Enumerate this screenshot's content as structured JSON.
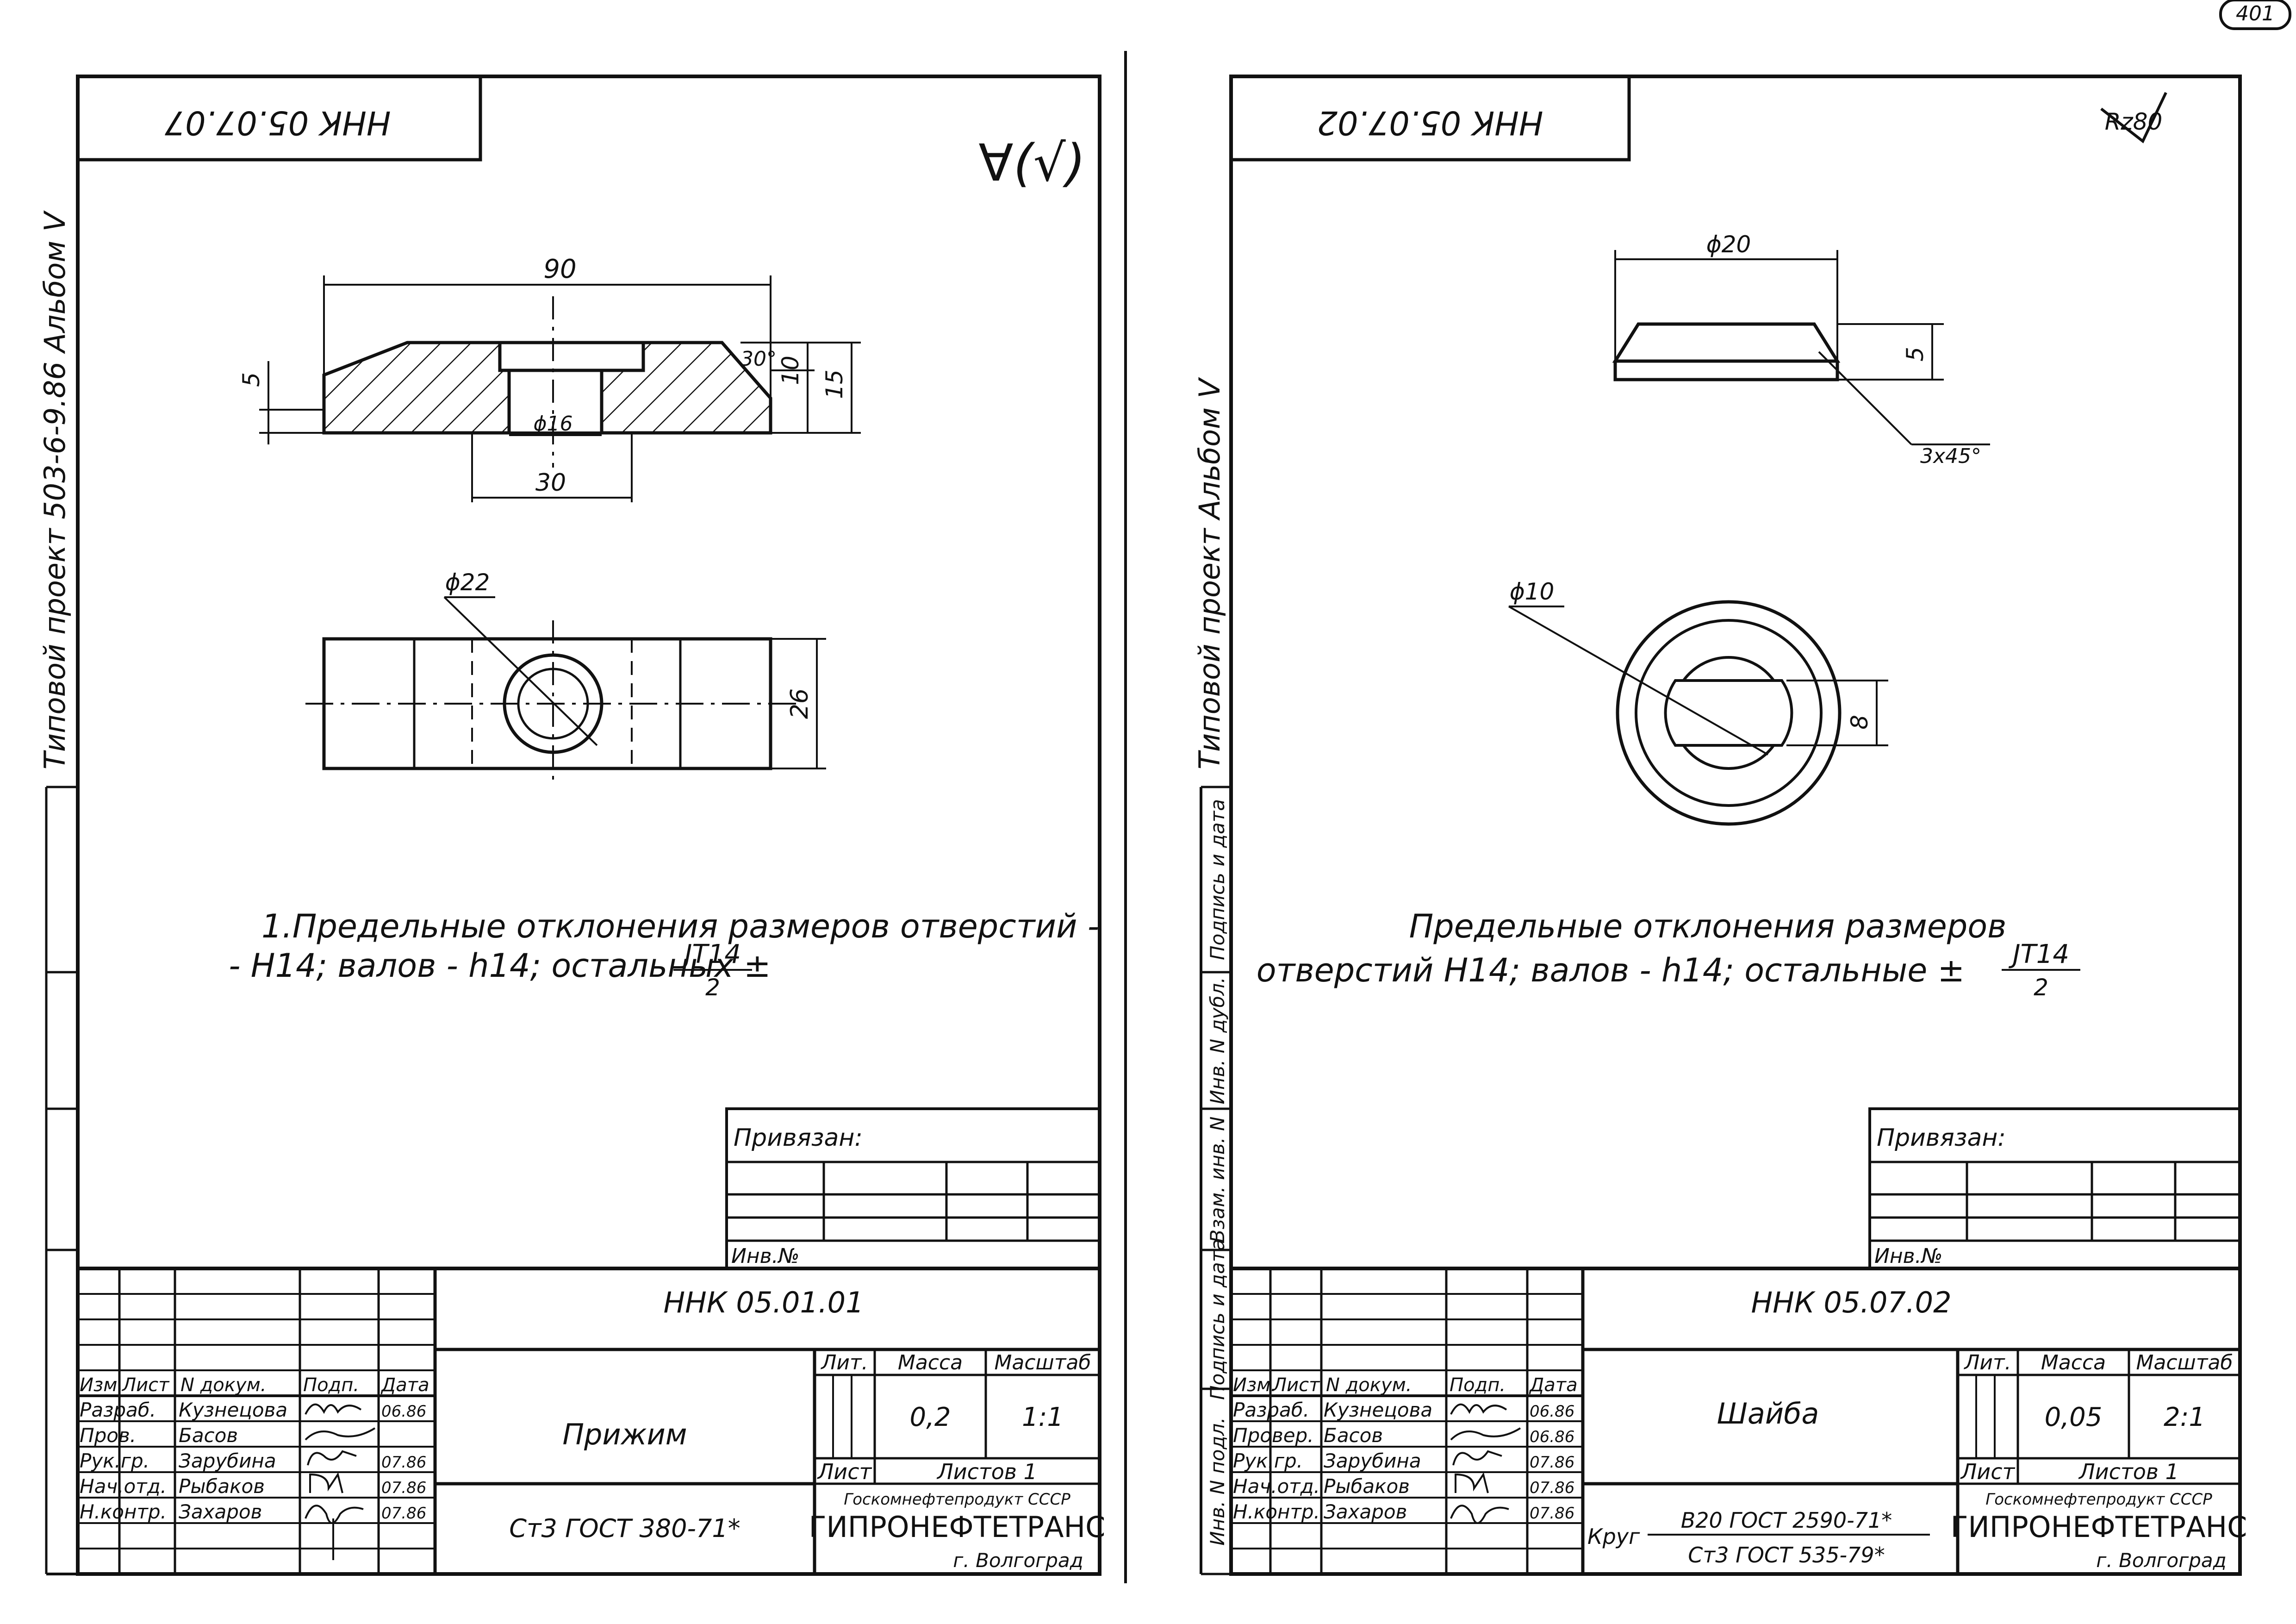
{
  "page_number": "401",
  "left_sheet": {
    "stamp_code_mirrored": "ННК 05.07.07",
    "side_label": "Типовой проект 503-6-9.86 Альбом V",
    "roughness_mark": "∀(√)",
    "dims": {
      "width": "90",
      "h10": "10",
      "h15": "15",
      "h5": "5",
      "angle": "30°",
      "d16": "ϕ16",
      "w30": "30",
      "d22": "ϕ22",
      "w26": "26"
    },
    "note": {
      "line1": "1.Предельные отклонения размеров отверстий -",
      "line2_a": "- H14; валов - h14; остальных ±",
      "frac_num": "JT14",
      "frac_den": "2"
    },
    "privyazan": "Привязан:",
    "inv_no": "Инв.№",
    "doc_code": "ННК 05.01.01",
    "title": "Прижим",
    "material": "Ст3 ГОСТ 380-71*",
    "lit_label": "Лит.",
    "mass_label": "Масса",
    "scale_label": "Масштаб",
    "mass": "0,2",
    "scale": "1:1",
    "sheet_label": "Лист",
    "sheets_label": "Листов 1",
    "org1": "Госкомнефтепродукт СССР",
    "org2": "ГИПРОНЕФТЕТРАНС",
    "org3": "г. Волгоград",
    "hdr": [
      "Изм.",
      "Лист",
      "N докум.",
      "Подп.",
      "Дата"
    ],
    "rows": [
      {
        "role": "Разраб.",
        "name": "Кузнецова",
        "date": "06.86"
      },
      {
        "role": "Пров.",
        "name": "Басов",
        "date": ""
      },
      {
        "role": "Рук.гр.",
        "name": "Зарубина",
        "date": "07.86"
      },
      {
        "role": "Нач.отд.",
        "name": "Рыбаков",
        "date": "07.86"
      },
      {
        "role": "Н.контр.",
        "name": "Захаров",
        "date": "07.86"
      }
    ]
  },
  "right_sheet": {
    "stamp_code_mirrored": "ННК 05.07.02",
    "side_label": "Типовой проект Альбом V",
    "roughness_mark": "Rz80",
    "dims": {
      "d20": "ϕ20",
      "h5": "5",
      "chamfer": "3x45°",
      "d10": "ϕ10",
      "h8": "8"
    },
    "note": {
      "line1": "Предельные отклонения размеров",
      "line2_a": "отверстий H14; валов - h14; остальные ±",
      "frac_num": "JT14",
      "frac_den": "2"
    },
    "privyazan": "Привязан:",
    "inv_no": "Инв.№",
    "doc_code": "ННК 05.07.02",
    "title": "Шайба",
    "material_prefix": "Круг",
    "material_line1": "В20 ГОСТ 2590-71*",
    "material_line2": "Ст3 ГОСТ 535-79*",
    "lit_label": "Лит.",
    "mass_label": "Масса",
    "scale_label": "Масштаб",
    "mass": "0,05",
    "scale": "2:1",
    "sheet_label": "Лист",
    "sheets_label": "Листов 1",
    "org1": "Госкомнефтепродукт СССР",
    "org2": "ГИПРОНЕФТЕТРАНС",
    "org3": "г. Волгоград",
    "hdr": [
      "Изм.",
      "Лист",
      "N докум.",
      "Подп.",
      "Дата"
    ],
    "rows": [
      {
        "role": "Разраб.",
        "name": "Кузнецова",
        "date": "06.86"
      },
      {
        "role": "Провер.",
        "name": "Басов",
        "date": "06.86"
      },
      {
        "role": "Рук.гр.",
        "name": "Зарубина",
        "date": "07.86"
      },
      {
        "role": "Нач.отд.",
        "name": "Рыбаков",
        "date": "07.86"
      },
      {
        "role": "Н.контр.",
        "name": "Захаров",
        "date": "07.86"
      }
    ],
    "margin_labels": [
      "Инв. N подл.",
      "Подпись и дата",
      "Взам. инв. N",
      "Инв. N дубл.",
      "Подпись и дата"
    ]
  }
}
